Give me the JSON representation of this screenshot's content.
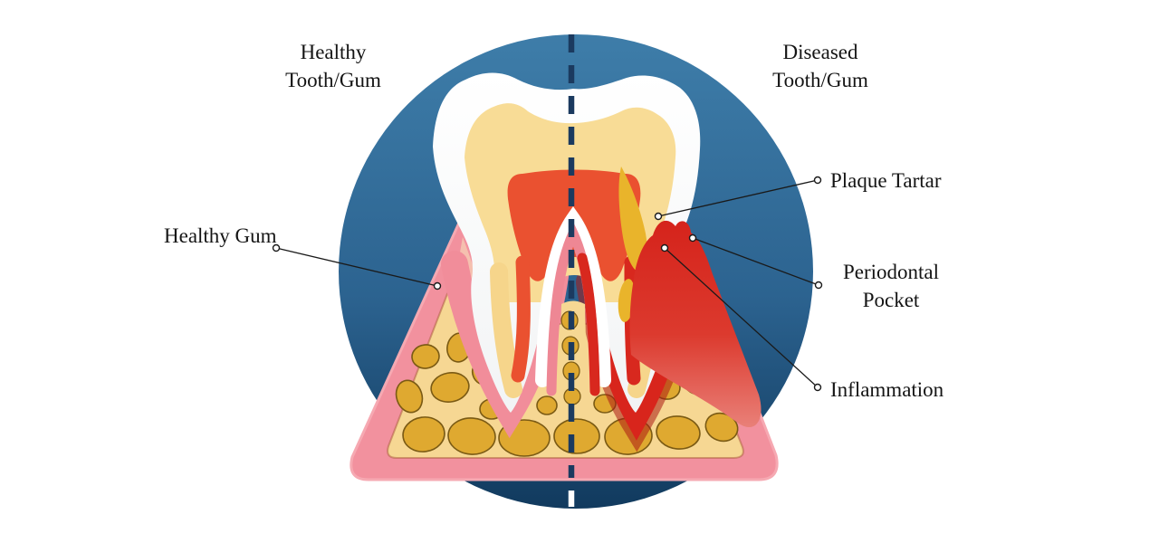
{
  "diagram": {
    "type": "dental-anatomy-comparison",
    "title_left": {
      "line1": "Healthy",
      "line2": "Tooth/Gum"
    },
    "title_right": {
      "line1": "Diseased",
      "line2": "Tooth/Gum"
    },
    "labels": {
      "healthy_gum": "Healthy Gum",
      "plaque_tartar": "Plaque Tartar",
      "periodontal_pocket_line1": "Periodontal",
      "periodontal_pocket_line2": "Pocket",
      "inflammation": "Inflammation"
    },
    "colors": {
      "circle_top": "#3E7DA9",
      "circle_bottom": "#113A5E",
      "gum_pink": "#F2919E",
      "gum_inner_light": "#F5C0AF",
      "inflamed_red": "#D8251C",
      "inflamed_fade": "#E98078",
      "bone_cream": "#F6D793",
      "bone_spot": "#DFA930",
      "enamel_white": "#FFFFFF",
      "dentin_cream": "#F8DC96",
      "pulp_orange": "#EA5130",
      "canal_red": "#D8281E",
      "nerve_pink": "#EE8794",
      "plaque_gold": "#E9B42B",
      "dash_navy": "#1B3A5F",
      "label_text": "#141414"
    }
  }
}
